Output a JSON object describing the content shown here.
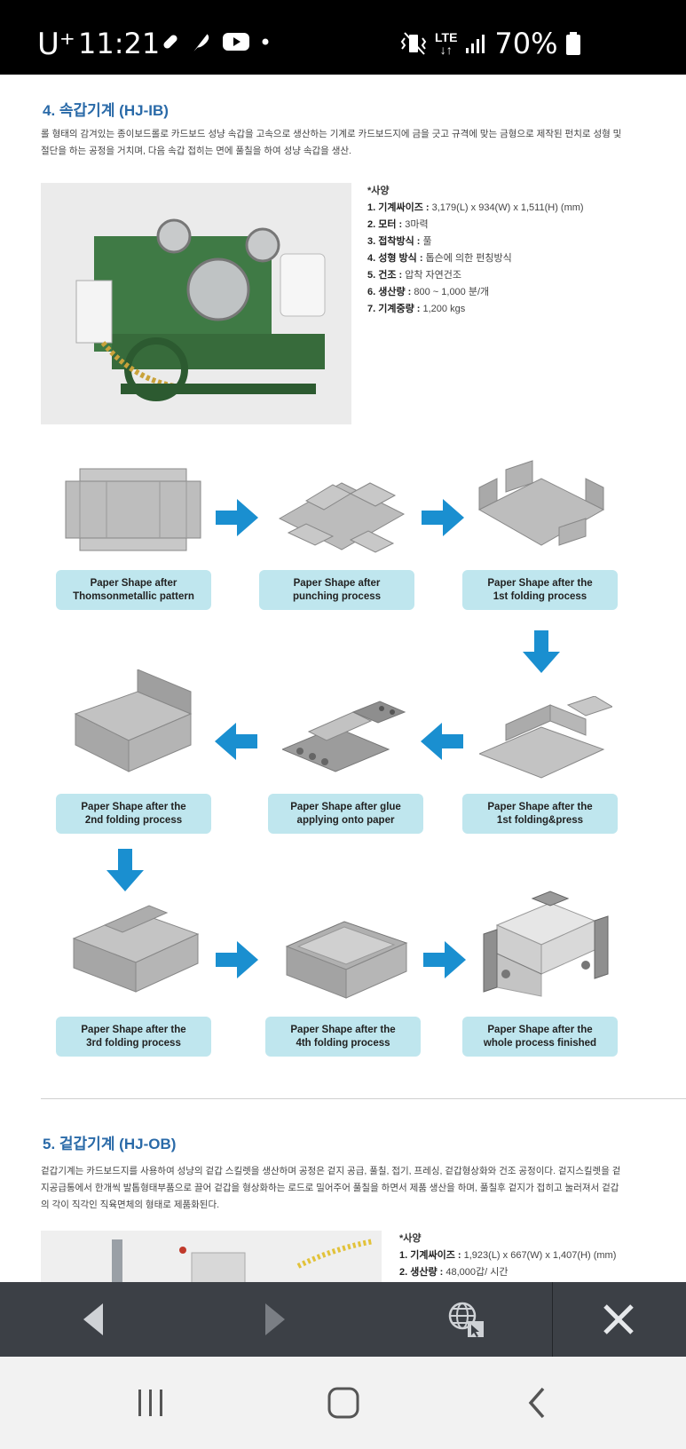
{
  "status_bar": {
    "carrier": "U⁺",
    "time": "11:21",
    "network": "LTE",
    "battery": "70%"
  },
  "section4": {
    "title": "4. 속갑기계 (HJ-IB)",
    "desc_line1": "롤 형태의 감겨있는 종이보드롤로 카드보드 성냥 속갑을 고속으로 생산하는 기계로 카드보드지에 금을 긋고 규격에 맞는 금형으로 제작된 펀치로 성형 및",
    "desc_line2": "절단을 하는 공정을 거치며, 다음 속갑 접히는 면에 풀칠을 하여 성냥 속갑을 생산.",
    "spec_header": "*사양",
    "specs": [
      {
        "label": "1. 기계싸이즈 :",
        "value": "3,179(L) x 934(W) x 1,511(H) (mm)"
      },
      {
        "label": "2. 모터 :",
        "value": "3마력"
      },
      {
        "label": "3. 접착방식 :",
        "value": "풀"
      },
      {
        "label": "4. 성형 방식 :",
        "value": "톱슨에 의한 펀칭방식"
      },
      {
        "label": "5. 건조 :",
        "value": "압착 자연건조"
      },
      {
        "label": "6. 생산량 :",
        "value": "800 ~ 1,000 분/개"
      },
      {
        "label": "7. 기계중량 :",
        "value": "1,200 kgs"
      }
    ]
  },
  "process": {
    "captions": [
      [
        "Paper Shape after",
        "Thomsonmetallic pattern"
      ],
      [
        "Paper Shape after",
        "punching process"
      ],
      [
        "Paper Shape after the",
        "1st folding process"
      ],
      [
        "Paper Shape after the",
        "2nd folding process"
      ],
      [
        "Paper Shape after glue",
        "applying onto paper"
      ],
      [
        "Paper Shape after the",
        "1st folding&press"
      ],
      [
        "Paper Shape after the",
        "3rd folding process"
      ],
      [
        "Paper Shape after the",
        "4th folding process"
      ],
      [
        "Paper Shape after the",
        "whole process finished"
      ]
    ]
  },
  "section5": {
    "title": "5. 겉갑기계 (HJ-OB)",
    "desc_line1": "겉갑기계는 카드보드지를 사용하여 성냥의 겉갑 스킬렛을 생산하며 공정은 겉지 공급, 풀칠, 접기, 프레싱, 겉갑형상화와 건조 공정이다. 겉지스킬렛을 겉",
    "desc_line2": "지공급통에서 한개씩 발톱형태부품으로 끌어 겉갑을 형상화하는 로드로 밀어주어 풀칠을 하면서 제품 생산을 하며, 풀칠후 겉지가 접히고 눌러져서 겉갑",
    "desc_line3": "의 각이 직각인 직육면체의 형태로 제품화된다.",
    "spec_header": "*사양",
    "specs": [
      {
        "label": "1. 기계싸이즈 :",
        "value": "1,923(L) x 667(W) x 1,407(H) (mm)"
      },
      {
        "label": "2. 생산량 :",
        "value": "48,000갑/ 시간"
      }
    ]
  },
  "colors": {
    "title_blue": "#2a6aa8",
    "caption_bg": "#bfe6ee",
    "arrow_blue": "#1a8fd0",
    "toolbar_bg": "#3c4046"
  }
}
